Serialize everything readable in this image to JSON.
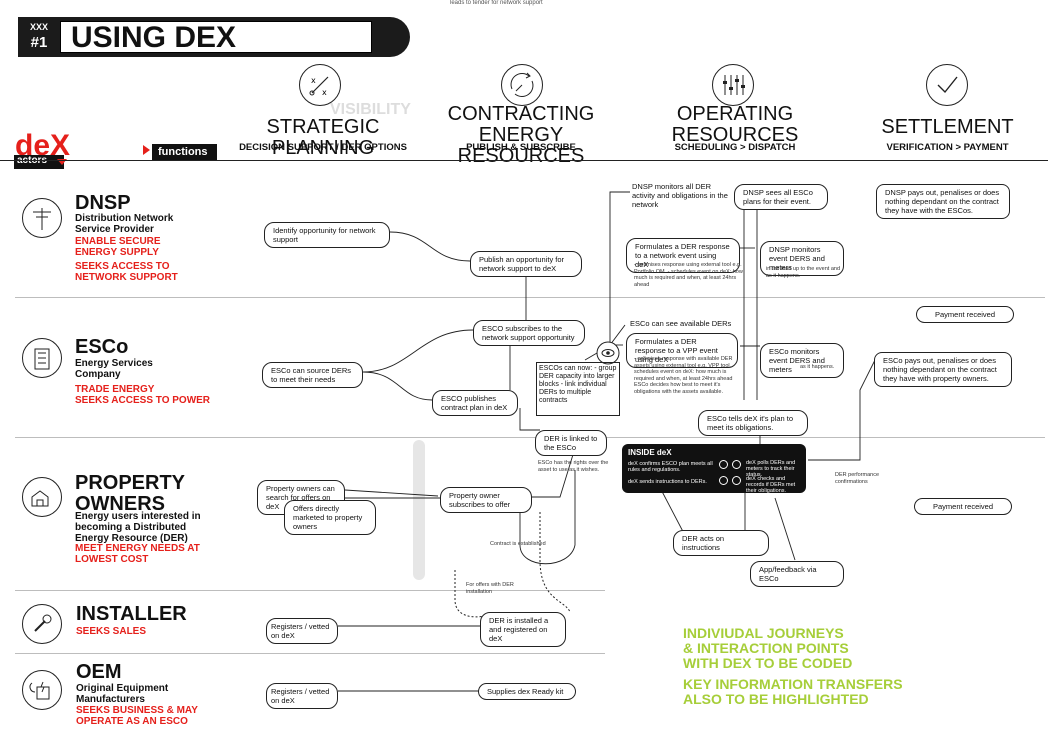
{
  "top_text": "leads to tender for network support",
  "banner": {
    "number_top": "XXX",
    "number_bottom": "#1",
    "title": "USING DEX"
  },
  "labels": {
    "dex": "deX",
    "actors": "actors",
    "functions": "functions",
    "visibility": "VISIBILITY"
  },
  "functions": [
    {
      "title": "STRATEGIC PLANNING",
      "subtitle": "DECISION SUPPORT / DER OPTIONS",
      "icon": "strategy-icon"
    },
    {
      "title": "CONTRACTING ENERGY RESOURCES",
      "subtitle": "PUBLISH & SUBSCRIBE",
      "icon": "contract-cycle-icon"
    },
    {
      "title": "OPERATING RESOURCES",
      "subtitle": "SCHEDULING > DISPATCH",
      "icon": "sliders-icon"
    },
    {
      "title": "SETTLEMENT",
      "subtitle": "VERIFICATION > PAYMENT",
      "icon": "check-icon"
    }
  ],
  "actors": [
    {
      "title": "DNSP",
      "desc": [
        "Distribution Network",
        "Service Provider"
      ],
      "red": [
        "ENABLE SECURE",
        "ENERGY SUPPLY",
        "SEEKS ACCESS TO",
        "NETWORK SUPPORT"
      ],
      "icon": "power-pole-icon"
    },
    {
      "title": "ESCo",
      "desc": [
        "Energy Services",
        "Company"
      ],
      "red": [
        "TRADE ENERGY",
        "SEEKS ACCESS TO POWER"
      ],
      "icon": "building-icon"
    },
    {
      "title": "PROPERTY OWNERS",
      "desc": [
        "Energy users interested in",
        "becoming a Distributed",
        "Energy Resource (DER)"
      ],
      "red": [
        "MEET ENERGY NEEDS AT",
        "LOWEST COST"
      ],
      "icon": "house-icon"
    },
    {
      "title": "INSTALLER",
      "desc": [],
      "red": [
        "SEEKS SALES"
      ],
      "icon": "wrench-icon"
    },
    {
      "title": "OEM",
      "desc": [
        "Original Equipment",
        "Manufacturers"
      ],
      "red": [
        "SEEKS BUSINESS & MAY",
        "OPERATE AS AN ESCO"
      ],
      "icon": "battery-icon"
    }
  ],
  "nodes": {
    "identify": "Identify opportunity for network support",
    "publish": "Publish an opportunity for network support to deX",
    "esco_sub": "ESCO subscribes to the network support opportunity",
    "esco_source": "ESCo can source DERs to meet their needs",
    "esco_publish": "ESCO publishes contract plan in deX",
    "escos_can": "ESCOs can now: - group DER capacity into larger blocks - link individual DERs to multiple contracts",
    "der_linked": "DER is linked to the ESCo",
    "der_linked_note": "ESCo has the rights over the asset to use as it wishes.",
    "po_search": "Property owners can search for offers on deX",
    "po_offers": "Offers directly marketed to property owners",
    "po_sub": "Property owner subscribes to offer",
    "contract_est": "Contract is established",
    "for_offers": "For offers with DER installation",
    "reg_installer": "Registers / vetted on deX",
    "der_installed": "DER is installed a and registered on deX",
    "reg_oem": "Registers / vetted on deX",
    "supplies": "Supplies dex Ready kit",
    "dnsp_monitors_all": "DNSP monitors all DER activity and obligations in the network",
    "formulate_network": "Formulates a DER response to a network event using deX",
    "formulate_network_notes": "- optimises response using external tool e.g. Portfolio OM. - schedules event on deX: how much is required and when, at least 24hrs ahead",
    "dnsp_sees": "DNSP sees all ESCo plans for their event.",
    "dnsp_monitor_event": "DNSP monitors event DERS and meters",
    "dnsp_monitor_note": "in the lead up to the event and as it happens.",
    "esco_see_available": "ESCo can see available DERs",
    "formulate_vpp": "Formulates a DER response to a VPP event using deX",
    "formulate_vpp_notes": "- optimises response with available DER assets using external tool e.g. VPP tool. - schedules event on deX: how much is required and when, at least 24hrs ahead ESCo decides how best to meet it's obligations with the assets available.",
    "esco_monitor_event": "ESCo monitors event DERS and meters",
    "esco_monitor_note": "as it happens.",
    "esco_tells": "ESCo tells deX it's plan to meet its obligations.",
    "der_acts": "DER acts on instructions",
    "app_feedback": "App/feedback via ESCo",
    "dnsp_pays": "DNSP pays out, penalises or does nothing dependant on the contract they have with the ESCos.",
    "payment1": "Payment received",
    "esco_pays": "ESCo pays out, penalises or does nothing dependant on the contract they have with property owners.",
    "der_perf": "DER performance confirmations",
    "payment2": "Payment received"
  },
  "inside_dex": {
    "title": "INSIDE deX",
    "items": [
      "deX confirms ESCO plan meets all rules and regulations.",
      "deX sends instructions to DERs.",
      "deX polls DERs and meters to track their status.",
      "deX checks and records if DERs met their obligations."
    ]
  },
  "notes_green": [
    "INDIVIUDAL JOURNEYS",
    "& INTERACTION POINTS",
    "WITH DEX TO BE CODED",
    "KEY INFORMATION TRANSFERS",
    "ALSO TO BE HIGHLIGHTED"
  ],
  "colors": {
    "red": "#e5201b",
    "green": "#a6ce39",
    "dark": "#1b1b1b"
  }
}
